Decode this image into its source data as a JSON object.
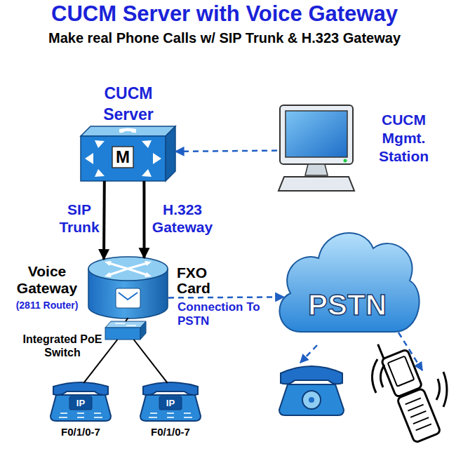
{
  "diagram": {
    "title": "CUCM Server with Voice Gateway",
    "nodes": [
      {
        "text": [
          "CUCM Server",
          "M"
        ]
      },
      {
        "text": [
          "CUCM Mgmt. Station"
        ]
      },
      {
        "text": [
          "Voice Gateway",
          "(2811 Router)"
        ]
      },
      {
        "text": [
          "Integrated PoE Switch"
        ]
      },
      {
        "text": [
          "PSTN"
        ]
      },
      {
        "text": [
          "IP",
          "F0/1/0-7"
        ]
      },
      {
        "text": [
          "IP",
          "F0/1/0-7"
        ]
      }
    ],
    "edges": [
      {
        "from": 1,
        "to": 0,
        "arrow": "to"
      },
      {
        "from": 0,
        "to": 2,
        "label": "SIP Trunk",
        "arrow": "to"
      },
      {
        "from": 0,
        "to": 2,
        "label": "H.323 Gateway",
        "arrow": "to"
      },
      {
        "from": 2,
        "to": 4,
        "label": "Connection To PSTN",
        "arrow": "to"
      },
      {
        "from": 2,
        "to": 3,
        "arrow": "none"
      },
      {
        "from": 3,
        "to": 5,
        "arrow": "none"
      },
      {
        "from": 3,
        "to": 6,
        "arrow": "none"
      }
    ],
    "labels": [
      "Make real Phone Calls w/ SIP Trunk & H.323 Gateway",
      "FXO Card"
    ]
  }
}
